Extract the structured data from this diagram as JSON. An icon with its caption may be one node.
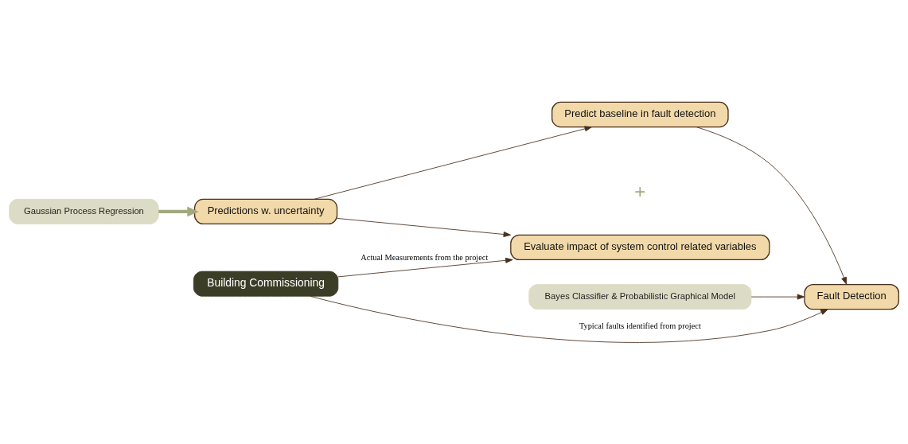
{
  "diagram": {
    "nodes": [
      {
        "text": [
          "Gaussian Process Regression"
        ]
      },
      {
        "text": [
          "Predictions w. uncertainty"
        ]
      },
      {
        "text": [
          "Evaluate impact of system control related variables"
        ]
      },
      {
        "text": [
          "Predict baseline in fault detection"
        ]
      },
      {
        "text": [
          "Bayes Classifier & Probabilistic Graphical Model"
        ]
      },
      {
        "text": [
          "Building Commissioning"
        ]
      },
      {
        "text": [
          "Fault Detection"
        ]
      }
    ],
    "edges": [
      {
        "from": 0,
        "to": 1,
        "arrow": "to",
        "style": "thick",
        "color": "#a3a97e"
      },
      {
        "from": 1,
        "to": 2,
        "arrow": "to"
      },
      {
        "from": 1,
        "to": 3,
        "arrow": "to"
      },
      {
        "from": 5,
        "to": 2,
        "arrow": "to",
        "label": "Actual Measurements from the project"
      },
      {
        "from": 5,
        "to": 6,
        "arrow": "to",
        "label": "Typical faults identified from project"
      },
      {
        "from": 3,
        "to": 6,
        "arrow": "to"
      },
      {
        "from": 4,
        "to": 6,
        "arrow": "to"
      }
    ],
    "labels": [
      "+"
    ]
  }
}
